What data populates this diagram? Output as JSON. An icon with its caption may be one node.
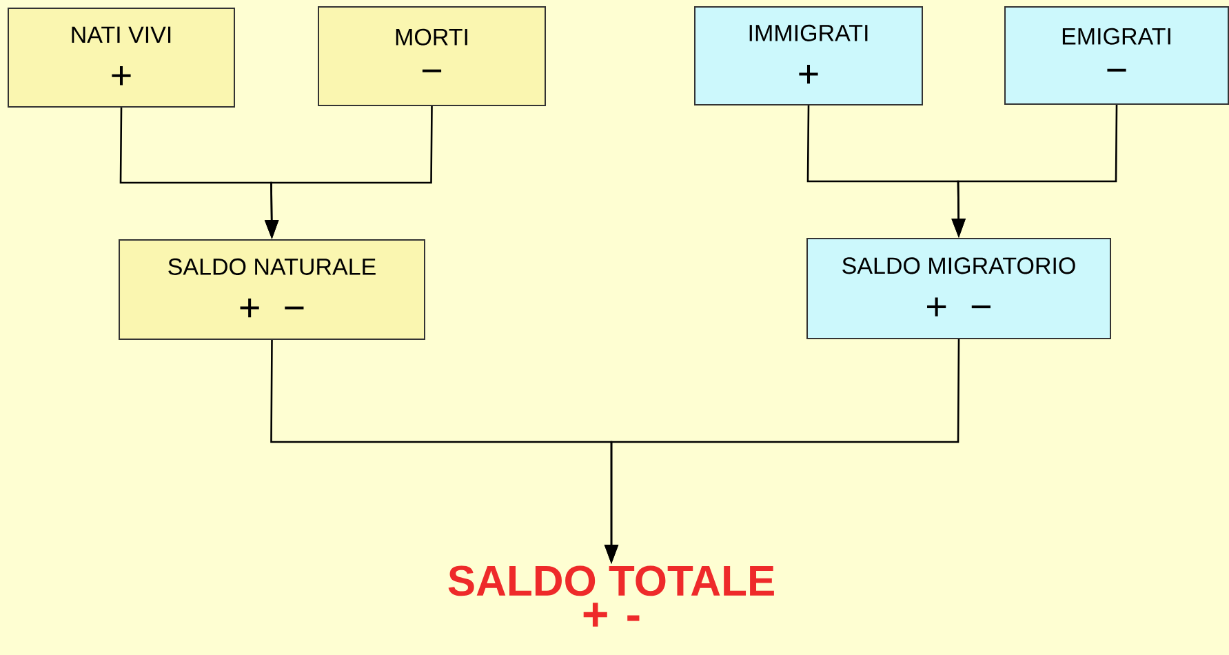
{
  "diagram": {
    "nodes": [
      {
        "text": [
          "NATI VIVI",
          "+"
        ]
      },
      {
        "text": [
          "MORTI",
          "−"
        ]
      },
      {
        "text": [
          "IMMIGRATI",
          "+"
        ]
      },
      {
        "text": [
          "EMIGRATI",
          "−"
        ]
      },
      {
        "text": [
          "SALDO NATURALE",
          "+",
          "−"
        ]
      },
      {
        "text": [
          "SALDO MIGRATORIO",
          "+",
          "−"
        ]
      },
      {
        "text": [
          "SALDO TOTALE",
          "+",
          "-"
        ]
      }
    ],
    "edges": [
      {
        "from": 0,
        "to": 4,
        "arrow": "to"
      },
      {
        "from": 1,
        "to": 4,
        "arrow": "to"
      },
      {
        "from": 2,
        "to": 5,
        "arrow": "to"
      },
      {
        "from": 3,
        "to": 5,
        "arrow": "to"
      },
      {
        "from": 4,
        "to": 6,
        "arrow": "to"
      },
      {
        "from": 5,
        "to": 6,
        "arrow": "to"
      }
    ]
  }
}
